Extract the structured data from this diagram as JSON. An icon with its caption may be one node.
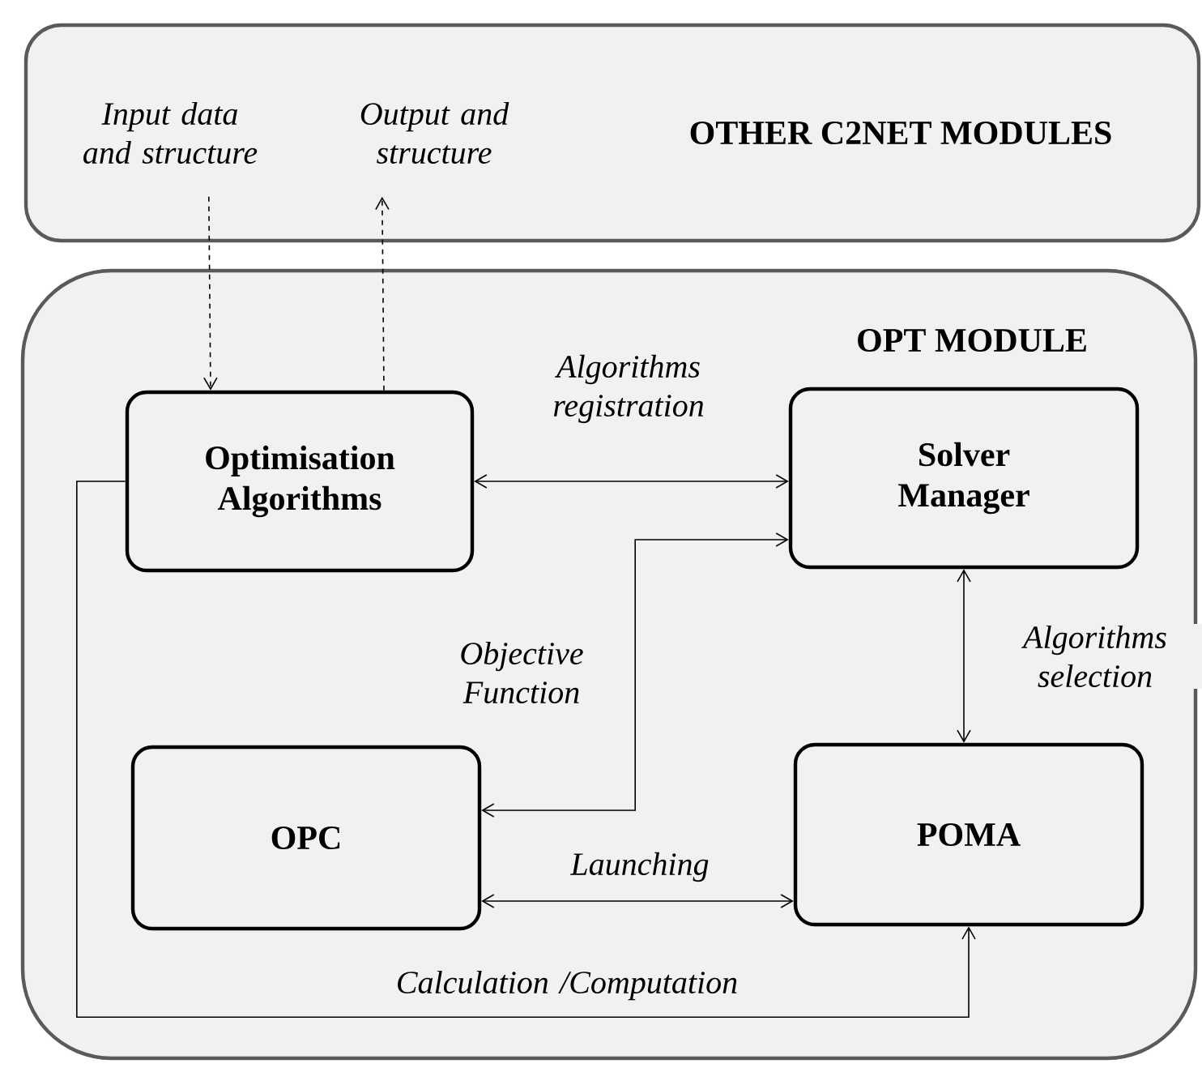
{
  "diagram": {
    "nodes": [
      {
        "text": [
          "OTHER C2NET MODULES"
        ]
      },
      {
        "text": [
          "OPT MODULE"
        ]
      },
      {
        "text": [
          "Optimisation Algorithms"
        ],
        "in": 1
      },
      {
        "text": [
          "Solver Manager"
        ],
        "in": 1
      },
      {
        "text": [
          "OPC"
        ],
        "in": 1
      },
      {
        "text": [
          "POMA"
        ],
        "in": 1
      }
    ],
    "edges": [
      {
        "from": 0,
        "to": 2,
        "arrow": "to",
        "style": "dashed",
        "label": "Input data and structure"
      },
      {
        "from": 2,
        "to": 0,
        "arrow": "to",
        "style": "dashed",
        "label": "Output and structure"
      },
      {
        "from": 2,
        "to": 3,
        "arrow": "both",
        "label": "Algorithms registration"
      },
      {
        "from": 4,
        "to": 3,
        "arrow": "both",
        "label": "Objective Function"
      },
      {
        "from": 3,
        "to": 5,
        "arrow": "both",
        "label": "Algorithms selection"
      },
      {
        "from": 4,
        "to": 5,
        "arrow": "both",
        "label": "Launching"
      },
      {
        "from": 2,
        "to": 5,
        "arrow": "to",
        "label": "Calculation /Computation"
      }
    ]
  }
}
